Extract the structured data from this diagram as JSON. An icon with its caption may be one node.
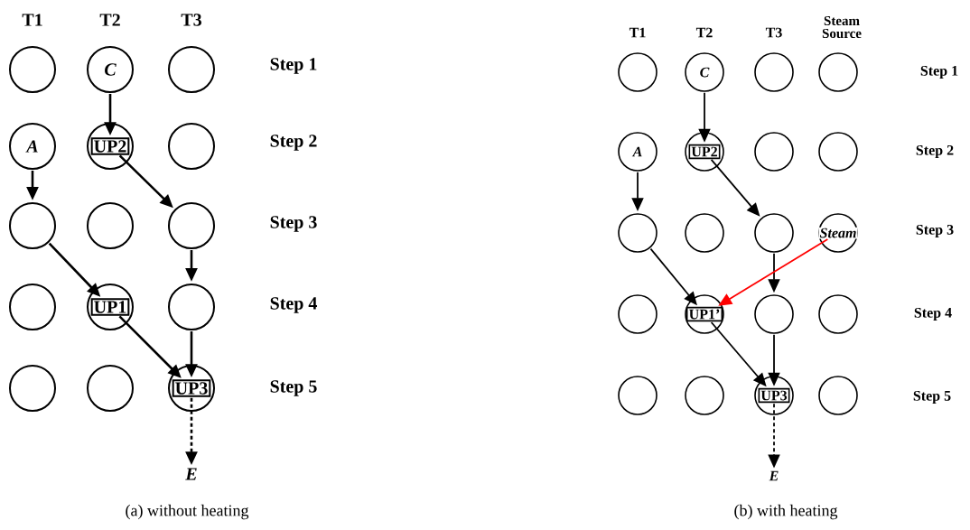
{
  "diagram": {
    "nodes": [
      {
        "text": [],
        "shape": "circle"
      },
      {
        "text": [
          "C"
        ]
      },
      {
        "text": [],
        "shape": "circle"
      },
      {
        "text": [
          "A"
        ]
      },
      {
        "text": [
          "UP2"
        ]
      },
      {
        "text": [],
        "shape": "circle"
      },
      {
        "text": [],
        "shape": "circle"
      },
      {
        "text": [],
        "shape": "circle"
      },
      {
        "text": [],
        "shape": "circle"
      },
      {
        "text": [],
        "shape": "circle"
      },
      {
        "text": [
          "UP1"
        ]
      },
      {
        "text": [],
        "shape": "circle"
      },
      {
        "text": [],
        "shape": "circle"
      },
      {
        "text": [],
        "shape": "circle"
      },
      {
        "text": [
          "UP3"
        ]
      },
      {
        "text": [
          "E"
        ]
      },
      {
        "text": [],
        "shape": "circle"
      },
      {
        "text": [
          "C"
        ]
      },
      {
        "text": [],
        "shape": "circle"
      },
      {
        "text": [],
        "shape": "circle"
      },
      {
        "text": [
          "A"
        ]
      },
      {
        "text": [
          "UP2"
        ]
      },
      {
        "text": [],
        "shape": "circle"
      },
      {
        "text": [],
        "shape": "circle"
      },
      {
        "text": [],
        "shape": "circle"
      },
      {
        "text": [],
        "shape": "circle"
      },
      {
        "text": [],
        "shape": "circle"
      },
      {
        "text": [
          "Steam"
        ]
      },
      {
        "text": [],
        "shape": "circle"
      },
      {
        "text": [
          "UP1’"
        ]
      },
      {
        "text": [],
        "shape": "circle"
      },
      {
        "text": [],
        "shape": "circle"
      },
      {
        "text": [],
        "shape": "circle"
      },
      {
        "text": [],
        "shape": "circle"
      },
      {
        "text": [
          "UP3"
        ]
      },
      {
        "text": [],
        "shape": "circle"
      },
      {
        "text": [
          "E"
        ]
      }
    ],
    "edges": [
      {
        "from": 1,
        "to": 4,
        "arrow": "to"
      },
      {
        "from": 3,
        "to": 6,
        "arrow": "to"
      },
      {
        "from": 4,
        "to": 8,
        "arrow": "to"
      },
      {
        "from": 6,
        "to": 10,
        "arrow": "to"
      },
      {
        "from": 8,
        "to": 11,
        "arrow": "to"
      },
      {
        "from": 10,
        "to": 14,
        "arrow": "to"
      },
      {
        "from": 11,
        "to": 14,
        "arrow": "to"
      },
      {
        "from": 14,
        "to": 15,
        "arrow": "to",
        "style": "dashed"
      },
      {
        "from": 17,
        "to": 21,
        "arrow": "to"
      },
      {
        "from": 20,
        "to": 24,
        "arrow": "to"
      },
      {
        "from": 21,
        "to": 26,
        "arrow": "to"
      },
      {
        "from": 24,
        "to": 29,
        "arrow": "to"
      },
      {
        "from": 26,
        "to": 30,
        "arrow": "to"
      },
      {
        "from": 27,
        "to": 29,
        "arrow": "to",
        "color": "#ff0000"
      },
      {
        "from": 29,
        "to": 34,
        "arrow": "to"
      },
      {
        "from": 30,
        "to": 34,
        "arrow": "to"
      },
      {
        "from": 34,
        "to": 36,
        "arrow": "to",
        "style": "dashed"
      }
    ],
    "labels": [
      "T1",
      "T2",
      "T3",
      "Step 1",
      "Step 2",
      "Step 3",
      "Step 4",
      "Step 5",
      "(a) without heating",
      "T1",
      "T2",
      "T3",
      "Steam Source",
      "Step 1",
      "Step 2",
      "Step 3",
      "Step 4",
      "Step 5",
      "(b) with heating"
    ]
  }
}
